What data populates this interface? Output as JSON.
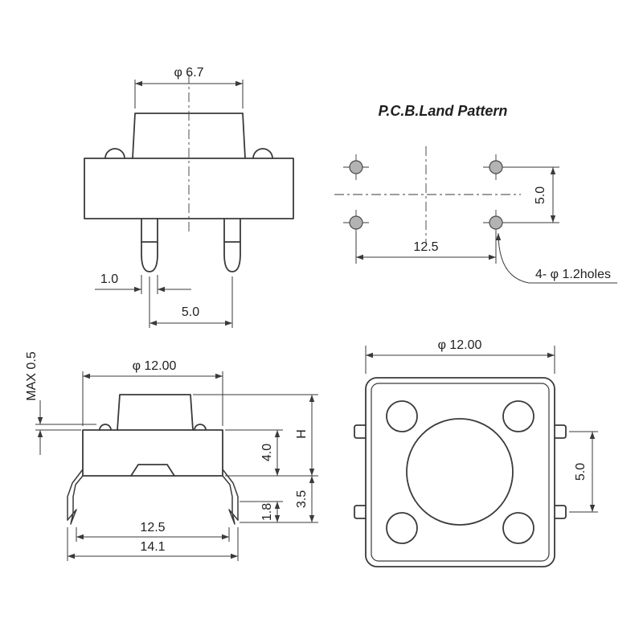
{
  "colors": {
    "line": "#3a3a3a",
    "text": "#1f1f1f",
    "hole_fill": "#b3b3b3",
    "background": "#ffffff"
  },
  "land_pattern": {
    "title": "P.C.B.Land Pattern",
    "vertical_pitch": "5.0",
    "horizontal_pitch": "12.5",
    "holes_note": "4- φ 1.2holes"
  },
  "side_view": {
    "cap_diameter": "φ 6.7",
    "pin_width": "1.0",
    "pin_pitch": "5.0"
  },
  "front_view": {
    "max_clearance": "MAX 0.5",
    "body_width": "φ 12.00",
    "body_height": "4.0",
    "total_height": "H",
    "lead_below_body": "3.5",
    "foot_height": "1.8",
    "lead_span": "12.5",
    "overall_span": "14.1"
  },
  "top_view": {
    "body_size": "φ 12.00",
    "tab_pitch": "5.0"
  }
}
